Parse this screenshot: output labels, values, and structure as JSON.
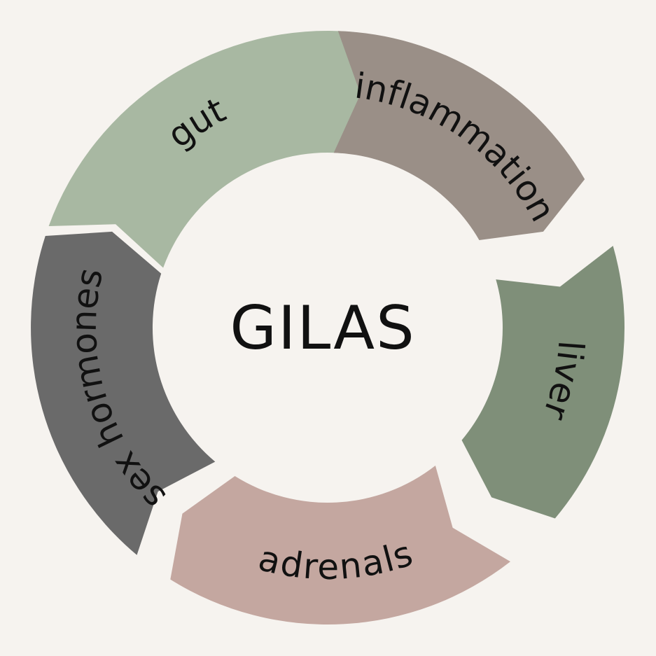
{
  "center": {
    "label": "GILAS"
  },
  "background_color": "#f6f3ef",
  "segments": [
    {
      "label": "gut",
      "color": "#a8b8a2"
    },
    {
      "label": "inflammation",
      "color": "#9a8f87"
    },
    {
      "label": "liver",
      "color": "#7f8f79"
    },
    {
      "label": "adrenals",
      "color": "#c4a7a0"
    },
    {
      "label": "sex hormones",
      "color": "#6a6a6a"
    }
  ]
}
